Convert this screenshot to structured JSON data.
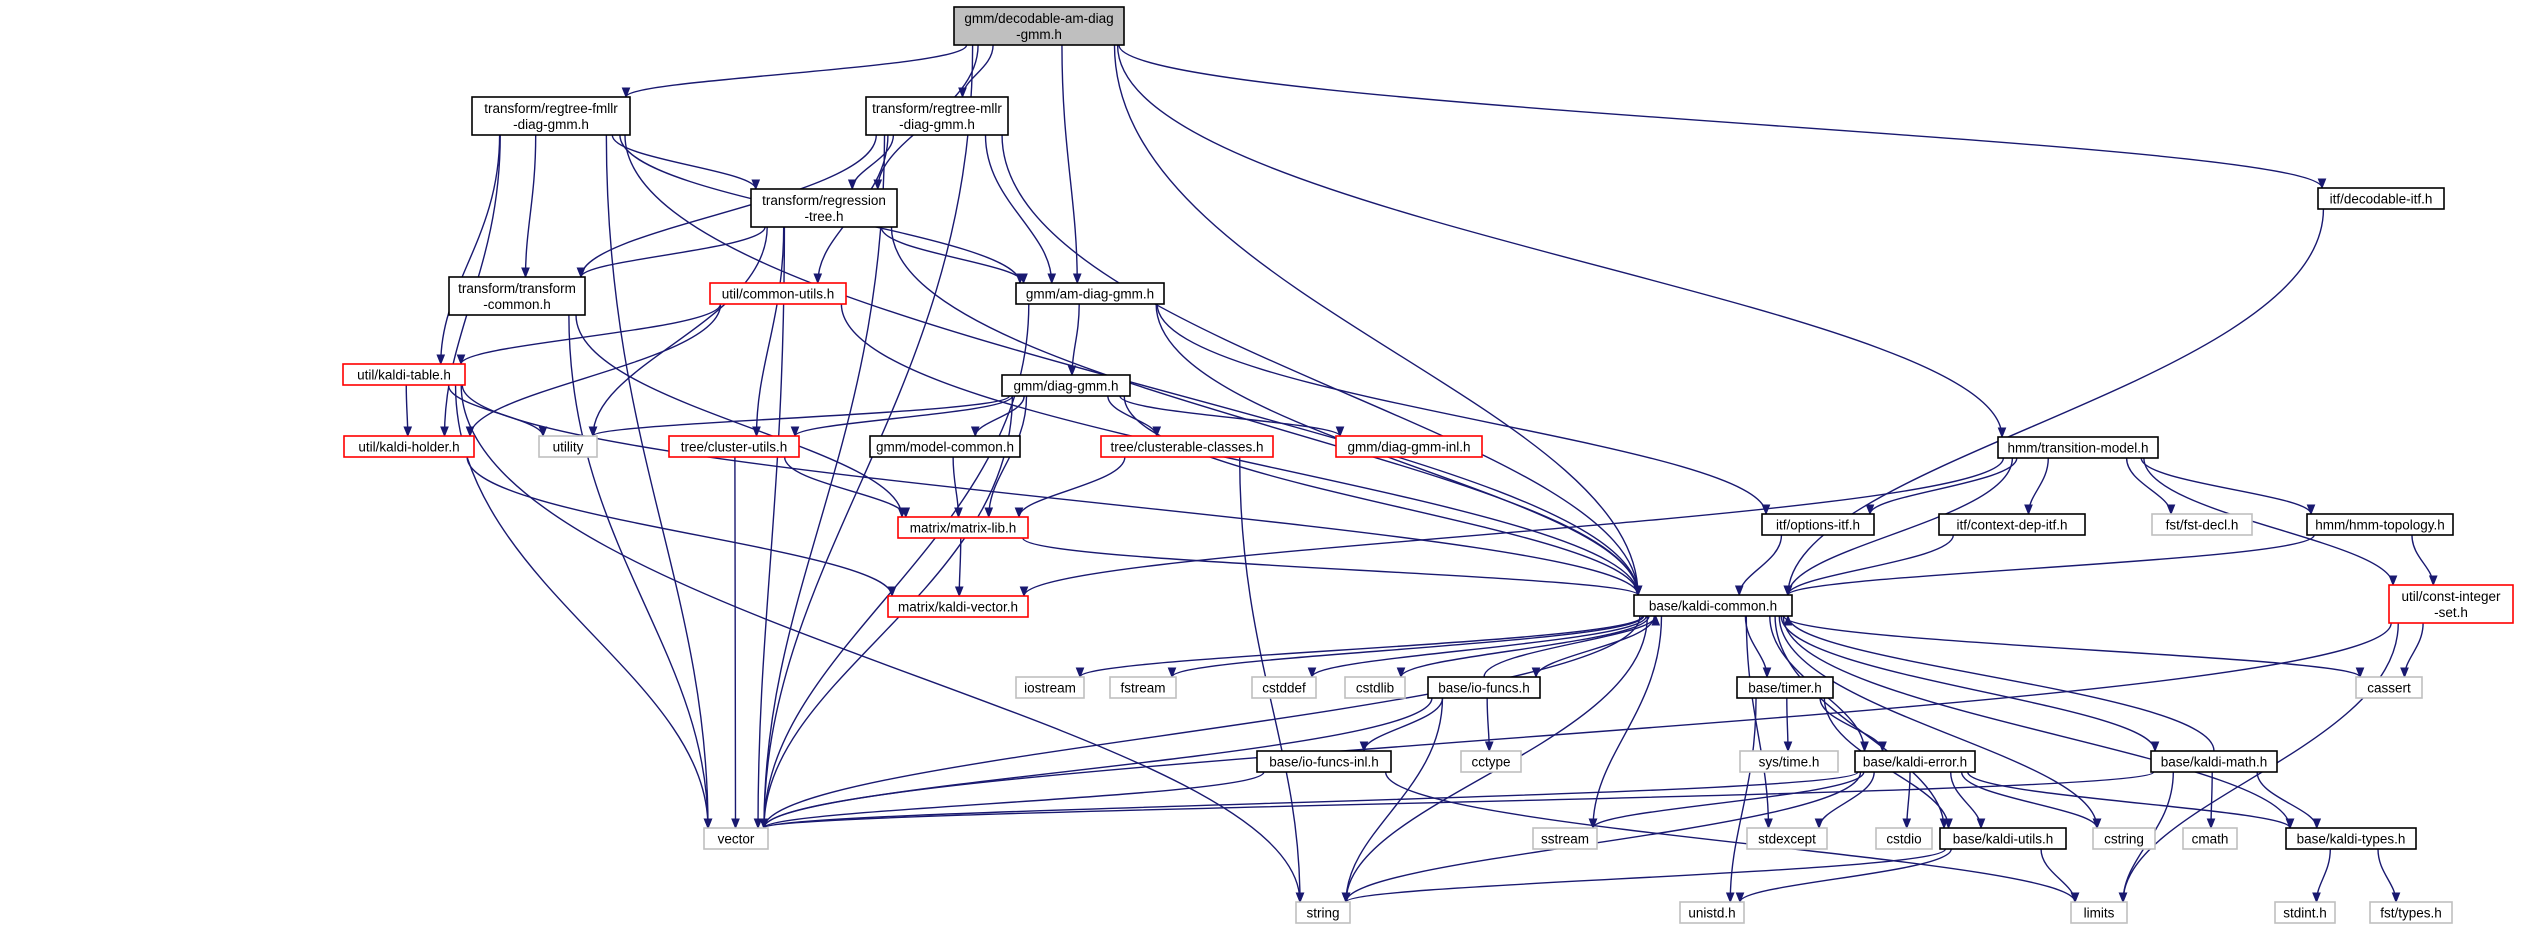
{
  "colors": {
    "edge": "#191970",
    "root_fill": "#bfbfbf",
    "node_border": "#000000",
    "red_border": "#ff0000",
    "system_border": "#bfbfbf",
    "background": "#ffffff"
  },
  "nodes": [
    {
      "id": "root",
      "lines": [
        "gmm/decodable-am-diag",
        "-gmm.h"
      ],
      "kind": "root"
    },
    {
      "id": "fmllr",
      "lines": [
        "transform/regtree-fmllr",
        "-diag-gmm.h"
      ],
      "kind": "normal"
    },
    {
      "id": "mllr",
      "lines": [
        "transform/regtree-mllr",
        "-diag-gmm.h"
      ],
      "kind": "normal"
    },
    {
      "id": "regtree",
      "lines": [
        "transform/regression",
        "-tree.h"
      ],
      "kind": "normal"
    },
    {
      "id": "transcommon",
      "lines": [
        "transform/transform",
        "-common.h"
      ],
      "kind": "normal"
    },
    {
      "id": "commonutils",
      "lines": [
        "util/common-utils.h"
      ],
      "kind": "red"
    },
    {
      "id": "amdiag",
      "lines": [
        "gmm/am-diag-gmm.h"
      ],
      "kind": "normal"
    },
    {
      "id": "decitf",
      "lines": [
        "itf/decodable-itf.h"
      ],
      "kind": "normal"
    },
    {
      "id": "kalditable",
      "lines": [
        "util/kaldi-table.h"
      ],
      "kind": "red"
    },
    {
      "id": "diaggmm",
      "lines": [
        "gmm/diag-gmm.h"
      ],
      "kind": "normal"
    },
    {
      "id": "utility",
      "lines": [
        "utility"
      ],
      "kind": "system"
    },
    {
      "id": "kaldiholder",
      "lines": [
        "util/kaldi-holder.h"
      ],
      "kind": "red"
    },
    {
      "id": "clusterutils",
      "lines": [
        "tree/cluster-utils.h"
      ],
      "kind": "red"
    },
    {
      "id": "modelcommon",
      "lines": [
        "gmm/model-common.h"
      ],
      "kind": "normal"
    },
    {
      "id": "clusterable",
      "lines": [
        "tree/clusterable-classes.h"
      ],
      "kind": "red"
    },
    {
      "id": "diaggmminl",
      "lines": [
        "gmm/diag-gmm-inl.h"
      ],
      "kind": "red"
    },
    {
      "id": "transmodel",
      "lines": [
        "hmm/transition-model.h"
      ],
      "kind": "normal"
    },
    {
      "id": "matrixlib",
      "lines": [
        "matrix/matrix-lib.h"
      ],
      "kind": "red"
    },
    {
      "id": "optitf",
      "lines": [
        "itf/options-itf.h"
      ],
      "kind": "normal"
    },
    {
      "id": "ctxdep",
      "lines": [
        "itf/context-dep-itf.h"
      ],
      "kind": "normal"
    },
    {
      "id": "fstdecl",
      "lines": [
        "fst/fst-decl.h"
      ],
      "kind": "system"
    },
    {
      "id": "hmmtopo",
      "lines": [
        "hmm/hmm-topology.h"
      ],
      "kind": "normal"
    },
    {
      "id": "kaldivector",
      "lines": [
        "matrix/kaldi-vector.h"
      ],
      "kind": "red"
    },
    {
      "id": "kaldicommon",
      "lines": [
        "base/kaldi-common.h"
      ],
      "kind": "normal"
    },
    {
      "id": "constint",
      "lines": [
        "util/const-integer",
        "-set.h"
      ],
      "kind": "red"
    },
    {
      "id": "iostream",
      "lines": [
        "iostream"
      ],
      "kind": "system"
    },
    {
      "id": "fstream",
      "lines": [
        "fstream"
      ],
      "kind": "system"
    },
    {
      "id": "cstddef",
      "lines": [
        "cstddef"
      ],
      "kind": "system"
    },
    {
      "id": "cstdlib",
      "lines": [
        "cstdlib"
      ],
      "kind": "system"
    },
    {
      "id": "iofuncs",
      "lines": [
        "base/io-funcs.h"
      ],
      "kind": "normal"
    },
    {
      "id": "timer",
      "lines": [
        "base/timer.h"
      ],
      "kind": "normal"
    },
    {
      "id": "cassert",
      "lines": [
        "cassert"
      ],
      "kind": "system"
    },
    {
      "id": "systime",
      "lines": [
        "sys/time.h"
      ],
      "kind": "system"
    },
    {
      "id": "kaldierror",
      "lines": [
        "base/kaldi-error.h"
      ],
      "kind": "normal"
    },
    {
      "id": "cctype",
      "lines": [
        "cctype"
      ],
      "kind": "system"
    },
    {
      "id": "iofuncsinl",
      "lines": [
        "base/io-funcs-inl.h"
      ],
      "kind": "normal"
    },
    {
      "id": "kaldimath",
      "lines": [
        "base/kaldi-math.h"
      ],
      "kind": "normal"
    },
    {
      "id": "vector",
      "lines": [
        "vector"
      ],
      "kind": "system"
    },
    {
      "id": "sstream",
      "lines": [
        "sstream"
      ],
      "kind": "system"
    },
    {
      "id": "stdexcept",
      "lines": [
        "stdexcept"
      ],
      "kind": "system"
    },
    {
      "id": "cstdio",
      "lines": [
        "cstdio"
      ],
      "kind": "system"
    },
    {
      "id": "kaldiutils",
      "lines": [
        "base/kaldi-utils.h"
      ],
      "kind": "normal"
    },
    {
      "id": "cstring",
      "lines": [
        "cstring"
      ],
      "kind": "system"
    },
    {
      "id": "cmath",
      "lines": [
        "cmath"
      ],
      "kind": "system"
    },
    {
      "id": "kalditypes",
      "lines": [
        "base/kaldi-types.h"
      ],
      "kind": "normal"
    },
    {
      "id": "string",
      "lines": [
        "string"
      ],
      "kind": "system"
    },
    {
      "id": "unistd",
      "lines": [
        "unistd.h"
      ],
      "kind": "system"
    },
    {
      "id": "limits",
      "lines": [
        "limits"
      ],
      "kind": "system"
    },
    {
      "id": "stdint",
      "lines": [
        "stdint.h"
      ],
      "kind": "system"
    },
    {
      "id": "fsttypes",
      "lines": [
        "fst/types.h"
      ],
      "kind": "system"
    }
  ],
  "edges": [
    [
      "root",
      "vector"
    ],
    [
      "root",
      "fmllr"
    ],
    [
      "root",
      "mllr"
    ],
    [
      "root",
      "regtree"
    ],
    [
      "root",
      "amdiag"
    ],
    [
      "root",
      "transmodel"
    ],
    [
      "root",
      "decitf"
    ],
    [
      "root",
      "kaldicommon"
    ],
    [
      "fmllr",
      "regtree"
    ],
    [
      "fmllr",
      "transcommon"
    ],
    [
      "fmllr",
      "amdiag"
    ],
    [
      "fmllr",
      "kalditable"
    ],
    [
      "fmllr",
      "kaldiholder"
    ],
    [
      "fmllr",
      "kaldicommon"
    ],
    [
      "fmllr",
      "vector"
    ],
    [
      "mllr",
      "regtree"
    ],
    [
      "mllr",
      "transcommon"
    ],
    [
      "mllr",
      "amdiag"
    ],
    [
      "mllr",
      "commonutils"
    ],
    [
      "mllr",
      "kaldicommon"
    ],
    [
      "mllr",
      "vector"
    ],
    [
      "regtree",
      "transcommon"
    ],
    [
      "regtree",
      "amdiag"
    ],
    [
      "regtree",
      "clusterutils"
    ],
    [
      "regtree",
      "utility"
    ],
    [
      "regtree",
      "kaldicommon"
    ],
    [
      "regtree",
      "vector"
    ],
    [
      "transcommon",
      "matrixlib"
    ],
    [
      "transcommon",
      "vector"
    ],
    [
      "commonutils",
      "kalditable"
    ],
    [
      "commonutils",
      "kaldiholder"
    ],
    [
      "commonutils",
      "kaldicommon"
    ],
    [
      "amdiag",
      "diaggmm"
    ],
    [
      "amdiag",
      "kaldicommon"
    ],
    [
      "amdiag",
      "optitf"
    ],
    [
      "amdiag",
      "vector"
    ],
    [
      "decitf",
      "kaldicommon"
    ],
    [
      "kalditable",
      "kaldiholder"
    ],
    [
      "kalditable",
      "utility"
    ],
    [
      "kalditable",
      "vector"
    ],
    [
      "kalditable",
      "string"
    ],
    [
      "kalditable",
      "kaldicommon"
    ],
    [
      "diaggmm",
      "utility"
    ],
    [
      "diaggmm",
      "clusterutils"
    ],
    [
      "diaggmm",
      "modelcommon"
    ],
    [
      "diaggmm",
      "clusterable"
    ],
    [
      "diaggmm",
      "diaggmminl"
    ],
    [
      "diaggmm",
      "matrixlib"
    ],
    [
      "diaggmm",
      "kaldicommon"
    ],
    [
      "diaggmm",
      "vector"
    ],
    [
      "kaldiholder",
      "kaldivector"
    ],
    [
      "clusterutils",
      "matrixlib"
    ],
    [
      "clusterutils",
      "vector"
    ],
    [
      "modelcommon",
      "matrixlib"
    ],
    [
      "clusterable",
      "matrixlib"
    ],
    [
      "clusterable",
      "string"
    ],
    [
      "transmodel",
      "optitf"
    ],
    [
      "transmodel",
      "ctxdep"
    ],
    [
      "transmodel",
      "fstdecl"
    ],
    [
      "transmodel",
      "hmmtopo"
    ],
    [
      "transmodel",
      "constint"
    ],
    [
      "transmodel",
      "kaldicommon"
    ],
    [
      "transmodel",
      "kaldivector"
    ],
    [
      "matrixlib",
      "kaldivector"
    ],
    [
      "matrixlib",
      "kaldicommon"
    ],
    [
      "optitf",
      "kaldicommon"
    ],
    [
      "ctxdep",
      "kaldicommon"
    ],
    [
      "hmmtopo",
      "kaldicommon"
    ],
    [
      "hmmtopo",
      "constint"
    ],
    [
      "constint",
      "cassert"
    ],
    [
      "constint",
      "vector"
    ],
    [
      "constint",
      "limits"
    ],
    [
      "kaldicommon",
      "iostream"
    ],
    [
      "kaldicommon",
      "fstream"
    ],
    [
      "kaldicommon",
      "cstddef"
    ],
    [
      "kaldicommon",
      "cstdlib"
    ],
    [
      "kaldicommon",
      "iofuncs"
    ],
    [
      "kaldicommon",
      "timer"
    ],
    [
      "kaldicommon",
      "cassert"
    ],
    [
      "kaldicommon",
      "kaldierror"
    ],
    [
      "kaldicommon",
      "kaldimath"
    ],
    [
      "kaldicommon",
      "vector"
    ],
    [
      "kaldicommon",
      "sstream"
    ],
    [
      "kaldicommon",
      "stdexcept"
    ],
    [
      "kaldicommon",
      "cstring"
    ],
    [
      "kaldicommon",
      "string"
    ],
    [
      "kaldicommon",
      "kaldiutils"
    ],
    [
      "kaldicommon",
      "kalditypes"
    ],
    [
      "iofuncs",
      "kaldicommon"
    ],
    [
      "iofuncs",
      "cctype"
    ],
    [
      "iofuncs",
      "iofuncsinl"
    ],
    [
      "iofuncs",
      "vector"
    ],
    [
      "iofuncs",
      "string"
    ],
    [
      "timer",
      "systime"
    ],
    [
      "timer",
      "unistd"
    ],
    [
      "timer",
      "kaldierror"
    ],
    [
      "timer",
      "kaldiutils"
    ],
    [
      "kaldierror",
      "vector"
    ],
    [
      "kaldierror",
      "sstream"
    ],
    [
      "kaldierror",
      "stdexcept"
    ],
    [
      "kaldierror",
      "cstdio"
    ],
    [
      "kaldierror",
      "kaldiutils"
    ],
    [
      "kaldierror",
      "cstring"
    ],
    [
      "kaldierror",
      "kalditypes"
    ],
    [
      "kaldierror",
      "string"
    ],
    [
      "iofuncsinl",
      "vector"
    ],
    [
      "iofuncsinl",
      "limits"
    ],
    [
      "kaldimath",
      "kaldicommon"
    ],
    [
      "kaldimath",
      "vector"
    ],
    [
      "kaldimath",
      "cmath"
    ],
    [
      "kaldimath",
      "kalditypes"
    ],
    [
      "kaldimath",
      "limits"
    ],
    [
      "kaldiutils",
      "string"
    ],
    [
      "kaldiutils",
      "unistd"
    ],
    [
      "kaldiutils",
      "limits"
    ],
    [
      "kalditypes",
      "stdint"
    ],
    [
      "kalditypes",
      "fsttypes"
    ]
  ]
}
